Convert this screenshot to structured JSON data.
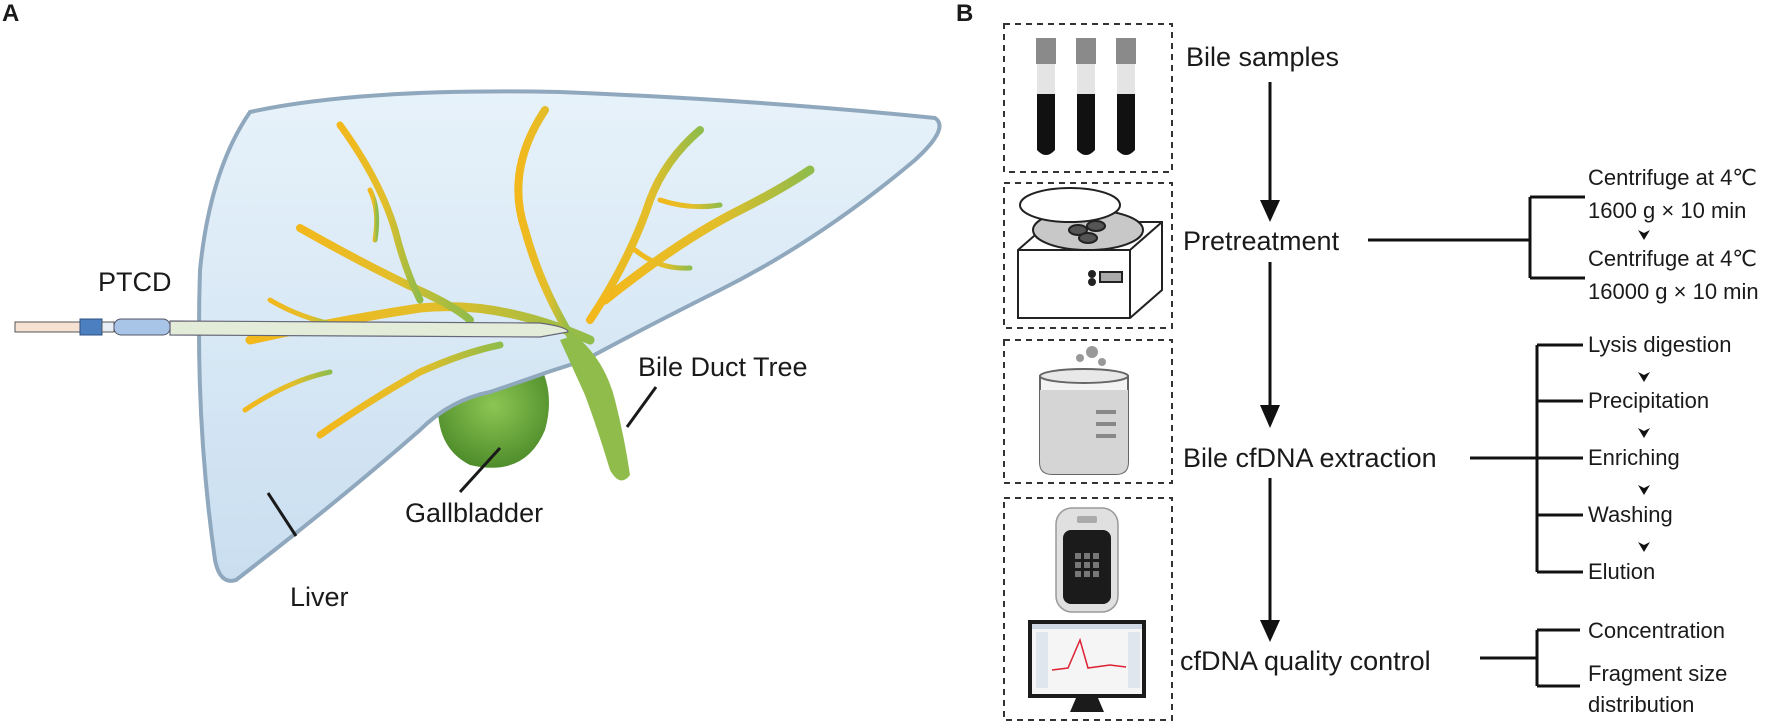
{
  "panel_a": {
    "letter": "A",
    "labels": {
      "ptcd": "PTCD",
      "bile_duct_tree": "Bile Duct Tree",
      "gallbladder": "Gallbladder",
      "liver": "Liver"
    }
  },
  "panel_b": {
    "letter": "B",
    "steps": [
      {
        "label": "Bile samples"
      },
      {
        "label": "Pretreatment",
        "substeps": [
          "Centrifuge at 4℃",
          "1600 g × 10 min",
          "Centrifuge at 4℃",
          "16000 g × 10 min"
        ]
      },
      {
        "label": "Bile cfDNA extraction",
        "substeps": [
          "Lysis digestion",
          "Precipitation",
          "Enriching",
          "Washing",
          "Elution"
        ]
      },
      {
        "label": "cfDNA quality control",
        "substeps": [
          "Concentration",
          "Fragment size",
          "distribution"
        ]
      }
    ]
  },
  "colors": {
    "liver_fill": "#d6e8f5",
    "liver_outline": "#8fa8bd",
    "duct_yellow": "#f2b81c",
    "duct_green": "#8fbc4a",
    "gallbladder": "#6aa33a",
    "line": "#1a1a1a"
  }
}
